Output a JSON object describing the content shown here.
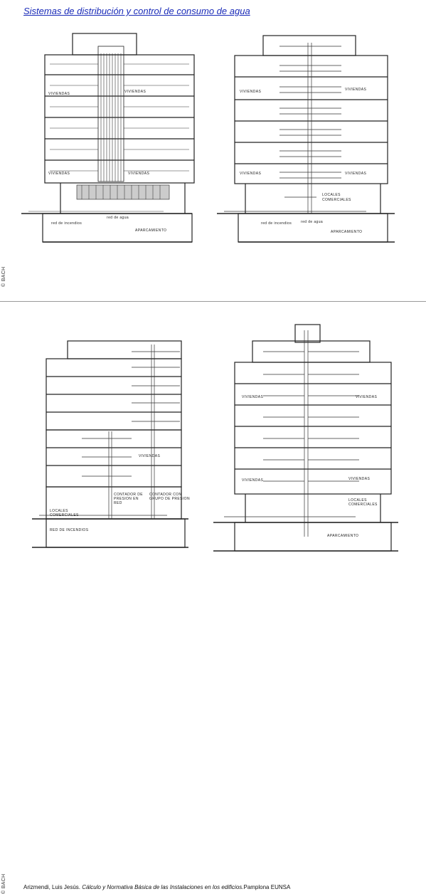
{
  "slide": {
    "title": "Sistemas de distribución y control de consumo de agua",
    "copyright": "© BACH",
    "citation": {
      "author": "Arizmendi, Luis Jesús. ",
      "work": "Cálculo y Normativa Básica de las Instalaciones en los edificios.",
      "publisher": "Pamplona EUNSA"
    }
  },
  "figures": {
    "top_left": {
      "viviendas_1": "VIVIENDAS",
      "viviendas_2": "VIVIENDAS",
      "viviendas_3": "VIVIENDAS",
      "viviendas_4": "VIVIENDAS",
      "red_agua": "red de agua",
      "red_incendios": "red de incendios",
      "aparcamiento": "APARCAMIENTO"
    },
    "top_right": {
      "viviendas_1": "VIVIENDAS",
      "viviendas_2": "VIVIENDAS",
      "viviendas_3": "VIVIENDAS",
      "viviendas_4": "VIVIENDAS",
      "locales_1": "LOCALES",
      "locales_2": "COMERCIALES",
      "red_agua": "red de agua",
      "red_incendios": "red de incendios",
      "aparcamiento": "APARCAMIENTO"
    },
    "bottom_left": {
      "viviendas_1": "VIVIENDAS",
      "locales_1": "LOCALES",
      "locales_2": "COMERCIALES",
      "red_incendios": "RED DE INCENDIOS",
      "contadores_1": "CONTADOR DE",
      "contadores_2": "PRESION EN",
      "contadores_3": "RED",
      "contadores_r1": "CONTADOR CON",
      "contadores_r2": "GRUPO DE PRESION"
    },
    "bottom_right": {
      "viviendas_1": "VIVIENDAS",
      "viviendas_2": "VIVIENDAS",
      "viviendas_3": "VIVIENDAS",
      "viviendas_4": "VIVIENDAS",
      "locales_1": "LOCALES",
      "locales_2": "COMERCIALES",
      "aparcamiento": "APARCAMIENTO"
    }
  }
}
